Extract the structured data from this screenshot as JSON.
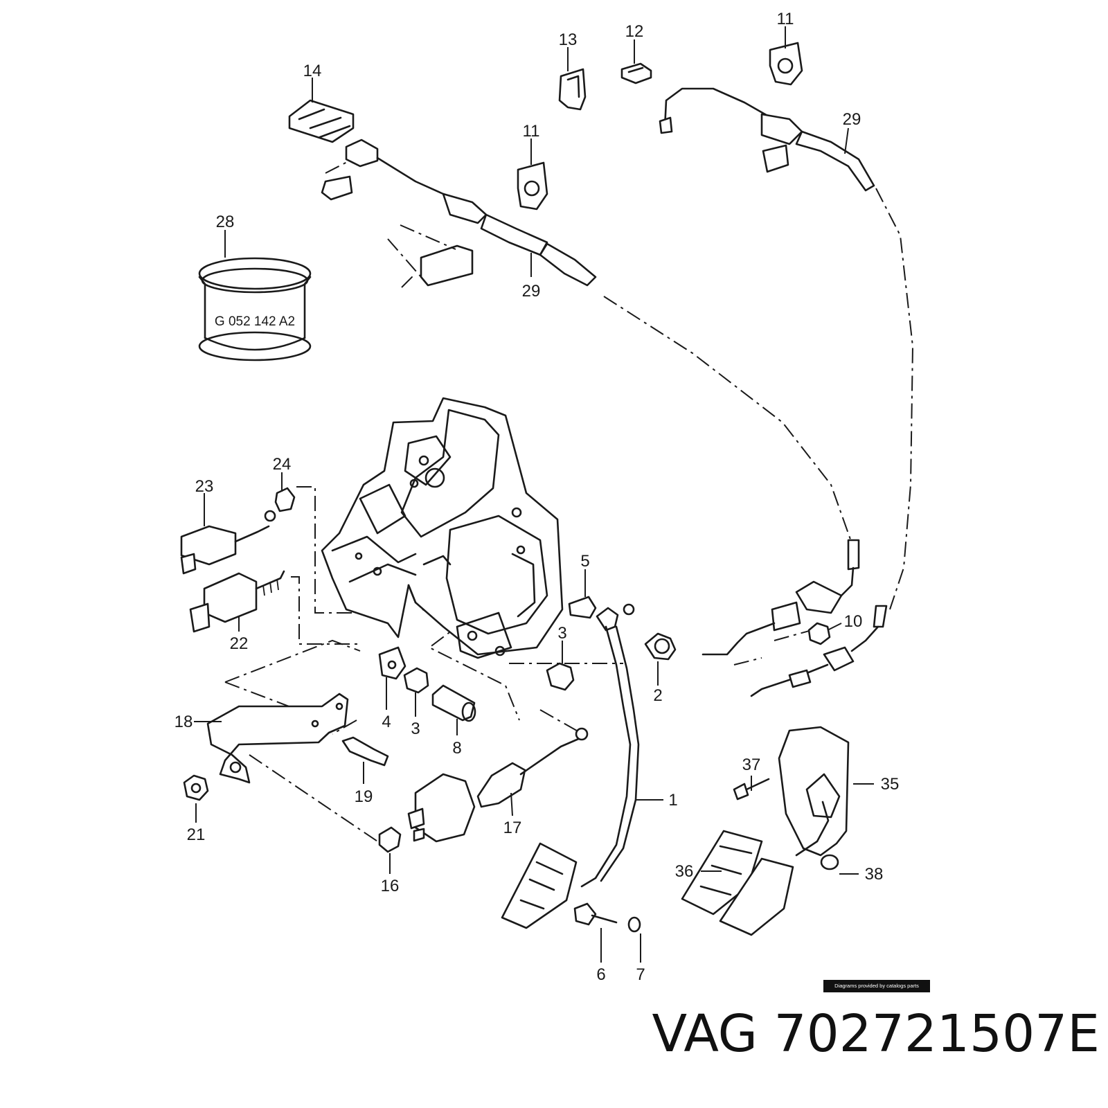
{
  "callouts": [
    {
      "id": "n11a",
      "text": "11"
    },
    {
      "id": "n12",
      "text": "12"
    },
    {
      "id": "n13",
      "text": "13"
    },
    {
      "id": "n14",
      "text": "14"
    },
    {
      "id": "n11b",
      "text": "11"
    },
    {
      "id": "n29a",
      "text": "29"
    },
    {
      "id": "n29b",
      "text": "29"
    },
    {
      "id": "n28",
      "text": "28"
    },
    {
      "id": "n24",
      "text": "24"
    },
    {
      "id": "n23",
      "text": "23"
    },
    {
      "id": "n22",
      "text": "22"
    },
    {
      "id": "n5",
      "text": "5"
    },
    {
      "id": "n10",
      "text": "10"
    },
    {
      "id": "n3a",
      "text": "3"
    },
    {
      "id": "n2",
      "text": "2"
    },
    {
      "id": "n4",
      "text": "4"
    },
    {
      "id": "n3b",
      "text": "3"
    },
    {
      "id": "n8",
      "text": "8"
    },
    {
      "id": "n18",
      "text": "18"
    },
    {
      "id": "n19",
      "text": "19"
    },
    {
      "id": "n21",
      "text": "21"
    },
    {
      "id": "n17",
      "text": "17"
    },
    {
      "id": "n16",
      "text": "16"
    },
    {
      "id": "n1",
      "text": "1"
    },
    {
      "id": "n37",
      "text": "37"
    },
    {
      "id": "n35",
      "text": "35"
    },
    {
      "id": "n36",
      "text": "36"
    },
    {
      "id": "n38",
      "text": "38"
    },
    {
      "id": "n6",
      "text": "6"
    },
    {
      "id": "n7",
      "text": "7"
    }
  ],
  "part_marking": "G 052 142 A2",
  "credit": "Diagrams provided by catalogs parts",
  "title": "VAG 702721507E"
}
